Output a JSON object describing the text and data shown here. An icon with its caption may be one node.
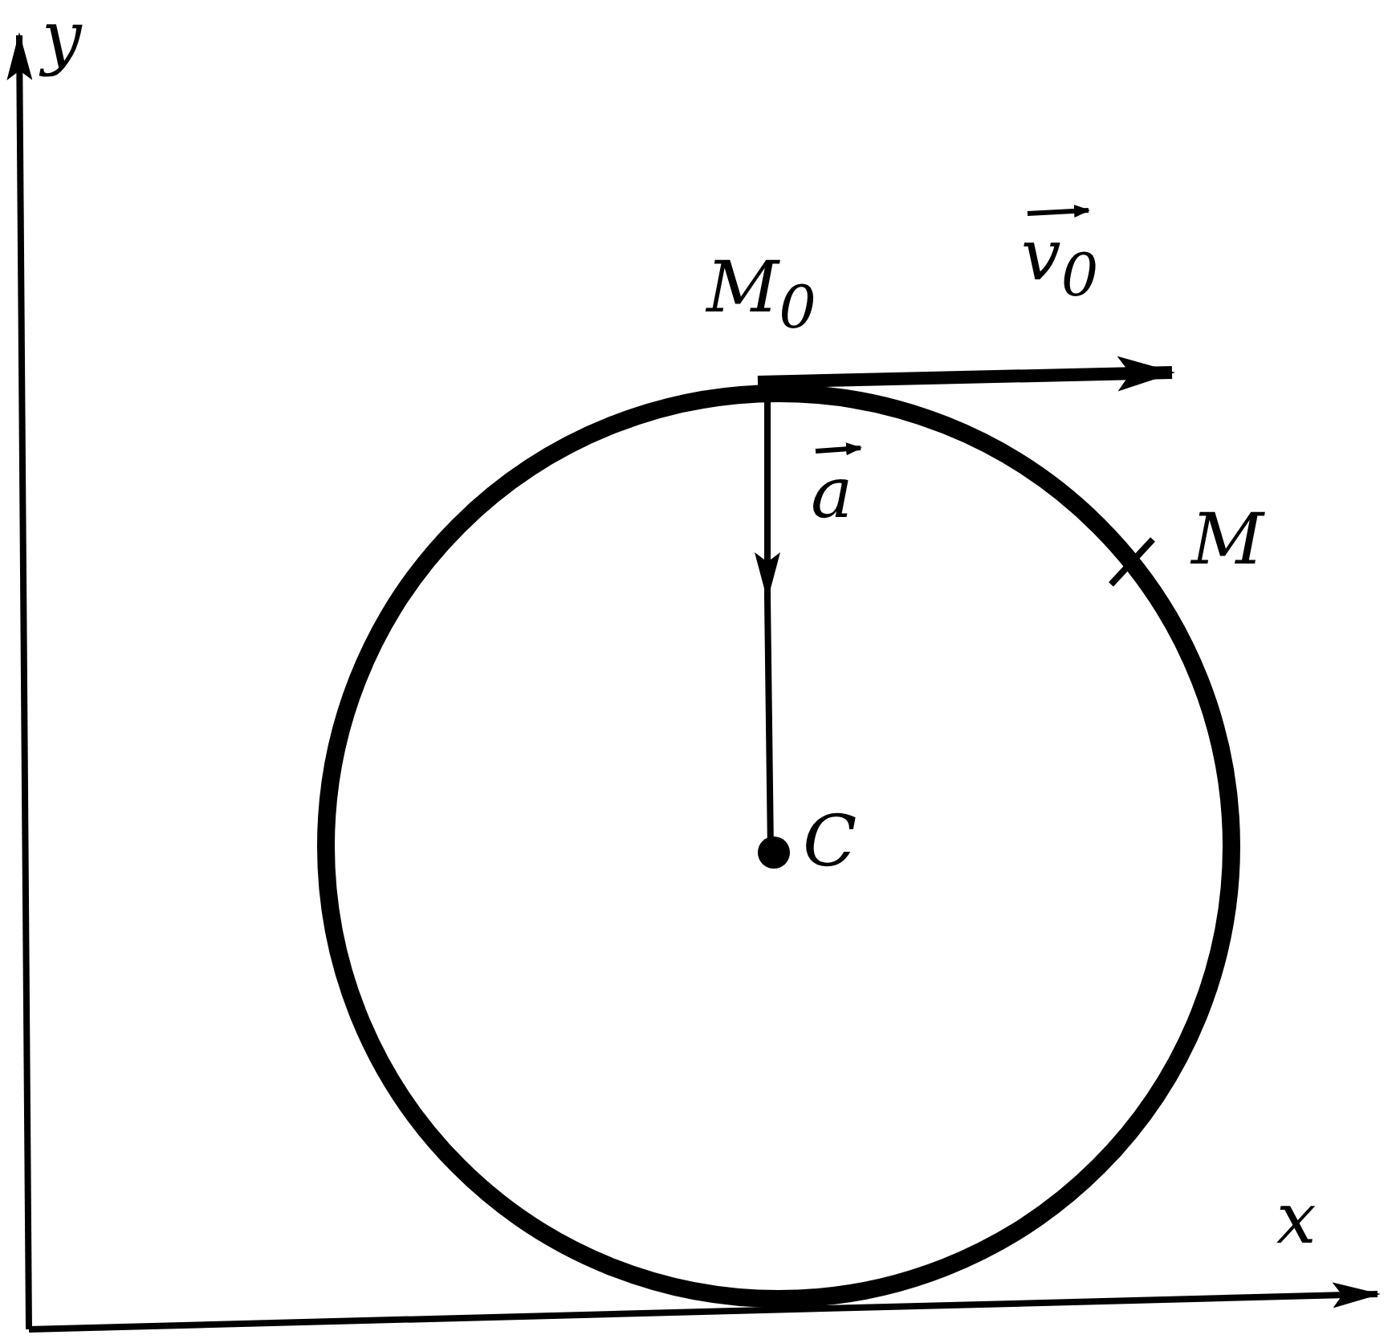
{
  "diagram": {
    "labels": [
      "y",
      "M$_{0}$",
      "v$_{0}$",
      "a",
      "M",
      "C",
      "x"
    ]
  }
}
